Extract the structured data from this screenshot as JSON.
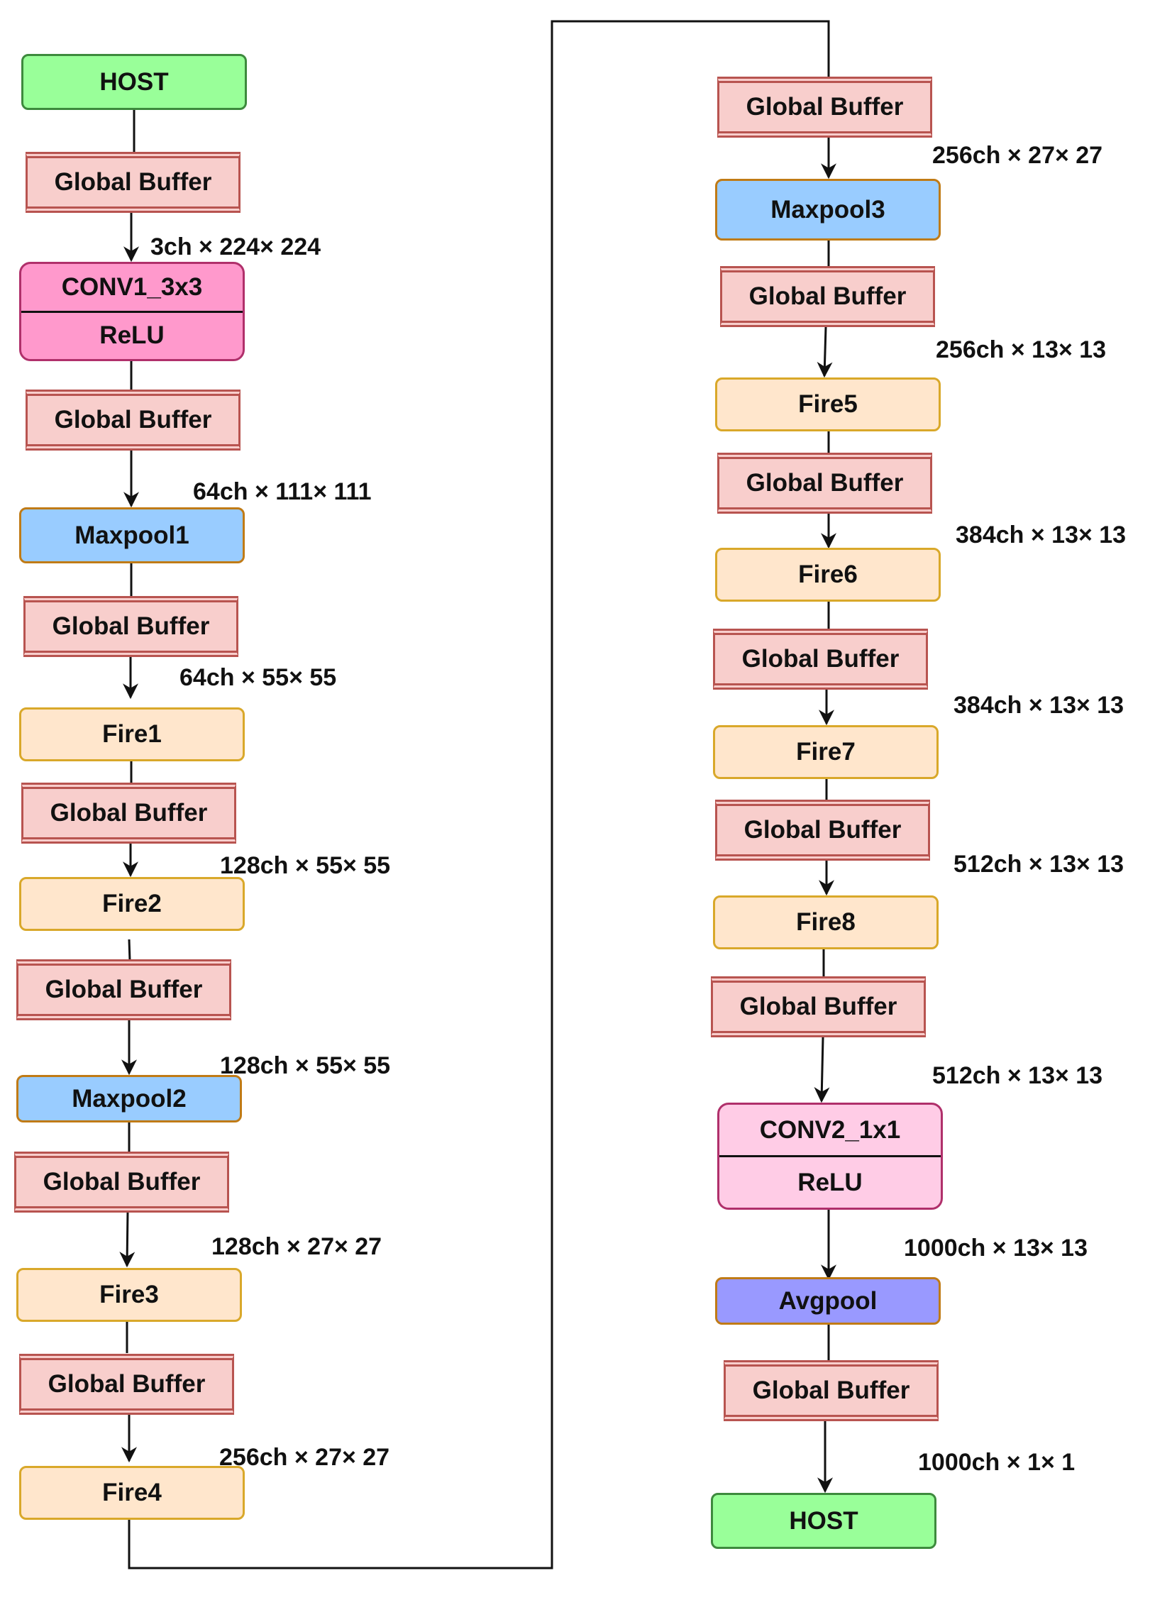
{
  "left_column": {
    "nodes": [
      {
        "id": "host1",
        "kind": "host",
        "text": "HOST"
      },
      {
        "id": "gb1",
        "kind": "buffer",
        "text": "Global Buffer"
      },
      {
        "id": "conv1",
        "kind": "conv",
        "top": "CONV1_3x3",
        "bottom": "ReLU"
      },
      {
        "id": "gb2",
        "kind": "buffer",
        "text": "Global Buffer"
      },
      {
        "id": "maxpool1",
        "kind": "pool",
        "text": "Maxpool1"
      },
      {
        "id": "gb3",
        "kind": "buffer",
        "text": "Global Buffer"
      },
      {
        "id": "fire1",
        "kind": "fire",
        "text": "Fire1"
      },
      {
        "id": "gb4",
        "kind": "buffer",
        "text": "Global Buffer"
      },
      {
        "id": "fire2",
        "kind": "fire",
        "text": "Fire2"
      },
      {
        "id": "gb5",
        "kind": "buffer",
        "text": "Global Buffer"
      },
      {
        "id": "maxpool2",
        "kind": "pool",
        "text": "Maxpool2"
      },
      {
        "id": "gb6",
        "kind": "buffer",
        "text": "Global Buffer"
      },
      {
        "id": "fire3",
        "kind": "fire",
        "text": "Fire3"
      },
      {
        "id": "gb7",
        "kind": "buffer",
        "text": "Global Buffer"
      },
      {
        "id": "fire4",
        "kind": "fire",
        "text": "Fire4"
      }
    ],
    "dims": [
      "3ch × 224× 224",
      "64ch × 111× 111",
      "64ch × 55× 55",
      "128ch × 55× 55",
      "128ch × 55× 55",
      "128ch × 27× 27",
      "256ch × 27× 27"
    ]
  },
  "right_column": {
    "nodes": [
      {
        "id": "gb8",
        "kind": "buffer",
        "text": "Global Buffer"
      },
      {
        "id": "maxpool3",
        "kind": "pool",
        "text": "Maxpool3"
      },
      {
        "id": "gb9",
        "kind": "buffer",
        "text": "Global Buffer"
      },
      {
        "id": "fire5",
        "kind": "fire",
        "text": "Fire5"
      },
      {
        "id": "gb10",
        "kind": "buffer",
        "text": "Global Buffer"
      },
      {
        "id": "fire6",
        "kind": "fire",
        "text": "Fire6"
      },
      {
        "id": "gb11",
        "kind": "buffer",
        "text": "Global Buffer"
      },
      {
        "id": "fire7",
        "kind": "fire",
        "text": "Fire7"
      },
      {
        "id": "gb12",
        "kind": "buffer",
        "text": "Global Buffer"
      },
      {
        "id": "fire8",
        "kind": "fire",
        "text": "Fire8"
      },
      {
        "id": "gb13",
        "kind": "buffer",
        "text": "Global Buffer"
      },
      {
        "id": "conv2",
        "kind": "conv",
        "top": "CONV2_1x1",
        "bottom": "ReLU"
      },
      {
        "id": "avgpool",
        "kind": "avg",
        "text": "Avgpool"
      },
      {
        "id": "gb14",
        "kind": "buffer",
        "text": "Global Buffer"
      },
      {
        "id": "host2",
        "kind": "host",
        "text": "HOST"
      }
    ],
    "dims": [
      "256ch × 27× 27",
      "256ch × 13× 13",
      "384ch × 13× 13",
      "384ch × 13× 13",
      "512ch × 13× 13",
      "512ch × 13× 13",
      "1000ch × 13× 13",
      "1000ch × 1× 1"
    ]
  },
  "colors": {
    "host": "#99ff99",
    "buffer": "#f8cecc",
    "pool": "#99ccff",
    "fire": "#ffe6cc",
    "conv1": "#ff99cc",
    "conv2": "#ffcce6",
    "avgpool": "#9999ff"
  }
}
